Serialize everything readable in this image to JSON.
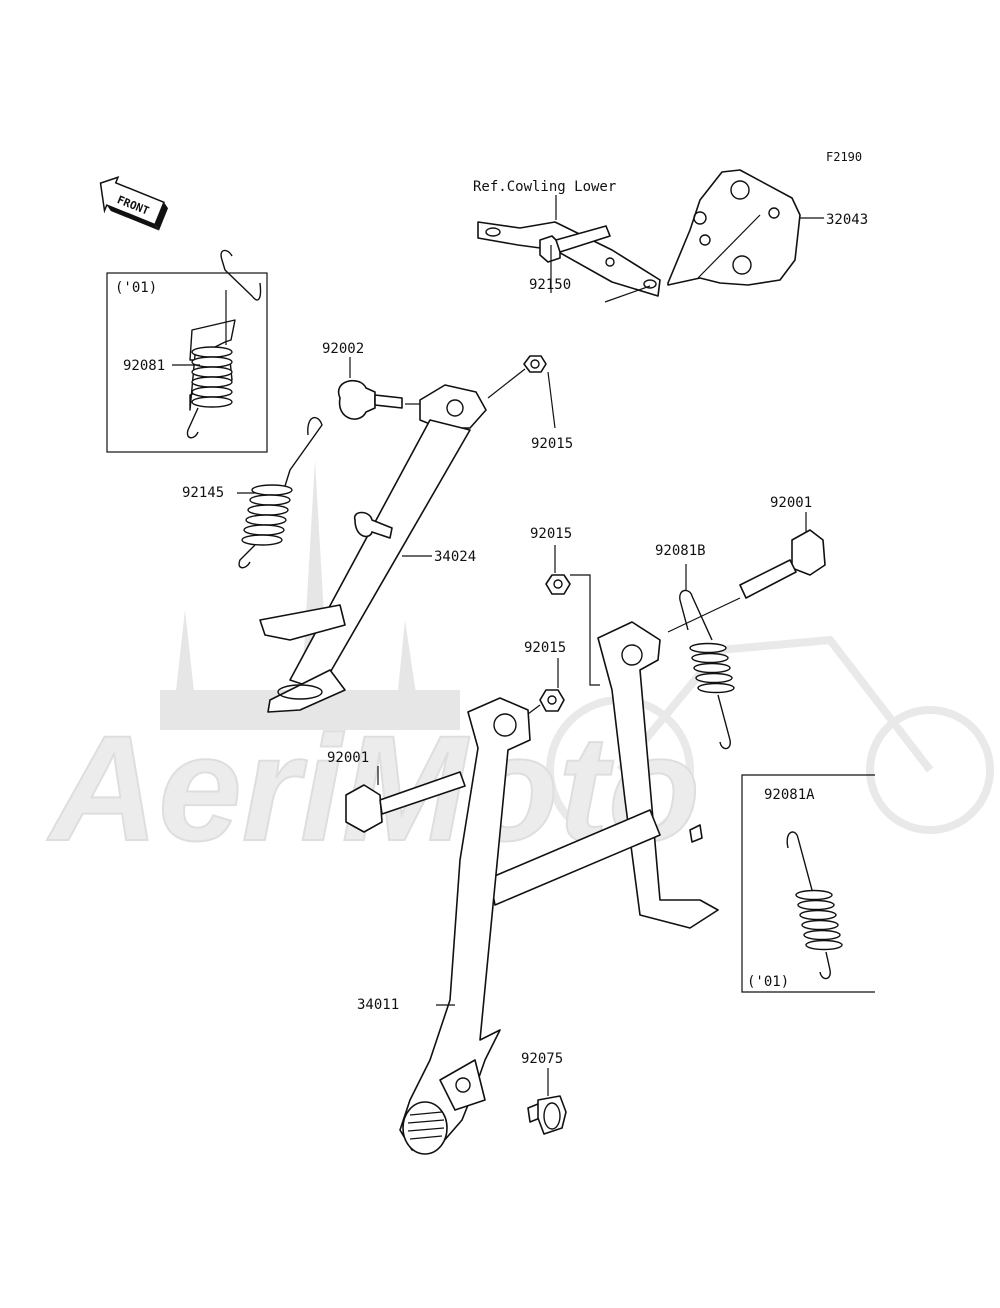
{
  "figure_code": "F2190",
  "front_marker": "FRONT",
  "reference_note": "Ref.Cowling Lower",
  "watermark": "AeriMoto",
  "variant_boxes": [
    {
      "tag": "('01)"
    },
    {
      "tag": "('01)"
    }
  ],
  "parts": [
    {
      "number": "32043"
    },
    {
      "number": "92150"
    },
    {
      "number": "92081"
    },
    {
      "number": "92002"
    },
    {
      "number": "92015"
    },
    {
      "number": "92145"
    },
    {
      "number": "34024"
    },
    {
      "number": "92001"
    },
    {
      "number": "92015"
    },
    {
      "number": "92081B"
    },
    {
      "number": "92015"
    },
    {
      "number": "92001"
    },
    {
      "number": "92081A"
    },
    {
      "number": "34011"
    },
    {
      "number": "92075"
    }
  ]
}
